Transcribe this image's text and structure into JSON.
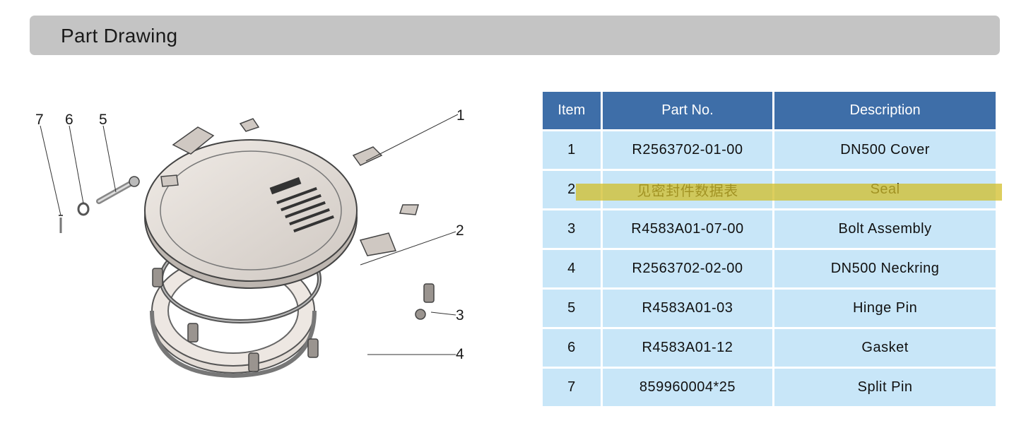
{
  "header": {
    "title": "Part Drawing"
  },
  "drawing": {
    "callouts": [
      "1",
      "2",
      "3",
      "4",
      "5",
      "6",
      "7"
    ]
  },
  "table": {
    "headers": {
      "item": "Item",
      "part_no": "Part No.",
      "description": "Description"
    },
    "rows": [
      {
        "item": "1",
        "part_no": "R2563702-01-00",
        "description": "DN500 Cover"
      },
      {
        "item": "2",
        "part_no": "见密封件数据表",
        "description": "Seal"
      },
      {
        "item": "3",
        "part_no": "R4583A01-07-00",
        "description": "Bolt Assembly"
      },
      {
        "item": "4",
        "part_no": "R2563702-02-00",
        "description": "DN500 Neckring"
      },
      {
        "item": "5",
        "part_no": "R4583A01-03",
        "description": "Hinge Pin"
      },
      {
        "item": "6",
        "part_no": "R4583A01-12",
        "description": "Gasket"
      },
      {
        "item": "7",
        "part_no": "859960004*25",
        "description": "Split Pin"
      }
    ],
    "highlighted_row": 2
  },
  "colors": {
    "header_bar": "#c4c4c4",
    "table_header": "#3e6ea8",
    "table_cell": "#c8e6f8",
    "highlight": "#d2be28"
  }
}
